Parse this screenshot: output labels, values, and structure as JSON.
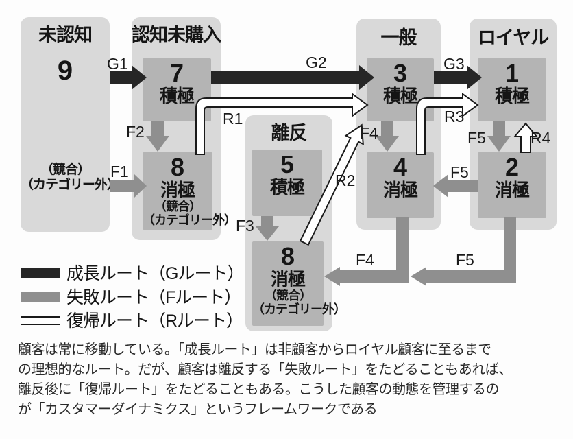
{
  "diagram": {
    "col_unaware": {
      "title": "未認知",
      "number": "9",
      "note1": "（競合）",
      "note2": "（カテゴリー外）"
    },
    "col_aware": {
      "title": "認知未購入",
      "active": {
        "number": "7",
        "label": "積極"
      },
      "passive": {
        "number": "8",
        "label": "消極",
        "note1": "（競合）",
        "note2": "（カテゴリー外）"
      }
    },
    "col_churn": {
      "title": "離反",
      "active": {
        "number": "5",
        "label": "積極"
      },
      "passive": {
        "number": "8",
        "label": "消極",
        "note1": "（競合）",
        "note2": "（カテゴリー外）"
      }
    },
    "col_general": {
      "title": "一般",
      "active": {
        "number": "3",
        "label": "積極"
      },
      "passive": {
        "number": "4",
        "label": "消極"
      }
    },
    "col_loyal": {
      "title": "ロイヤル",
      "active": {
        "number": "1",
        "label": "積極"
      },
      "passive": {
        "number": "2",
        "label": "消極"
      }
    },
    "arrows": {
      "g1": "G1",
      "g2": "G2",
      "g3": "G3",
      "f1": "F1",
      "f2": "F2",
      "f3": "F3",
      "f4": "F4",
      "f4b": "F4",
      "f5": "F5",
      "f5b": "F5",
      "f5c": "F5",
      "r1": "R1",
      "r2": "R2",
      "r3": "R3",
      "r4": "R4"
    },
    "colors": {
      "growth": "#262626",
      "failure": "#8f8f8f",
      "return_fill": "#ffffff",
      "outline": "#1a1a1a",
      "container": "#d9d9d9",
      "inner_box": "#b4b4b4"
    }
  },
  "legend": {
    "growth": "成長ルート（Gルート）",
    "failure": "失敗ルート（Fルート）",
    "return": "復帰ルート（Rルート）"
  },
  "caption": {
    "line1": "顧客は常に移動している。「成長ルート」は非顧客からロイヤル顧客に至るまで",
    "line2": "の理想的なルート。だが、顧客は離反する「失敗ルート」をたどることもあれば、",
    "line3": "離反後に「復帰ルート」をたどることもある。こうした顧客の動態を管理するの",
    "line4": "が「カスタマーダイナミクス」というフレームワークである"
  }
}
